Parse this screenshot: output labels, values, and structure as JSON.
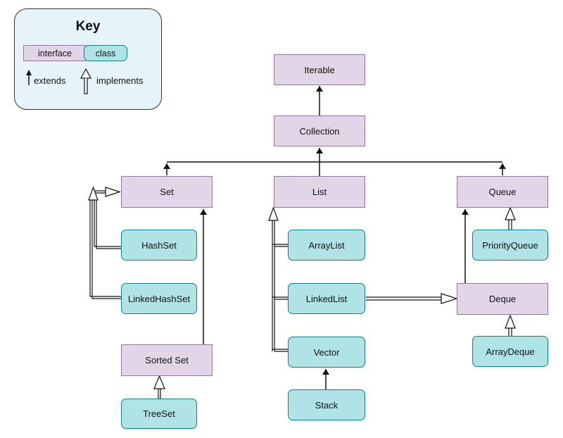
{
  "key": {
    "title": "Key",
    "interface": "interface",
    "class": "class",
    "extends": "extends",
    "implements": "implements"
  },
  "nodes": {
    "iterable": "Iterable",
    "collection": "Collection",
    "set": "Set",
    "list": "List",
    "queue": "Queue",
    "hashset": "HashSet",
    "linkedhashset": "LinkedHashSet",
    "sortedset": "Sorted Set",
    "treeset": "TreeSet",
    "arraylist": "ArrayList",
    "linkedlist": "LinkedList",
    "vector": "Vector",
    "stack": "Stack",
    "priorityqueue": "PriorityQueue",
    "deque": "Deque",
    "arraydeque": "ArrayDeque"
  },
  "colors": {
    "interface_fill": "#e1d5e7",
    "interface_border": "#9673a6",
    "class_fill": "#b0e3e6",
    "class_border": "#0e8088",
    "key_fill": "#e6f4f9"
  }
}
